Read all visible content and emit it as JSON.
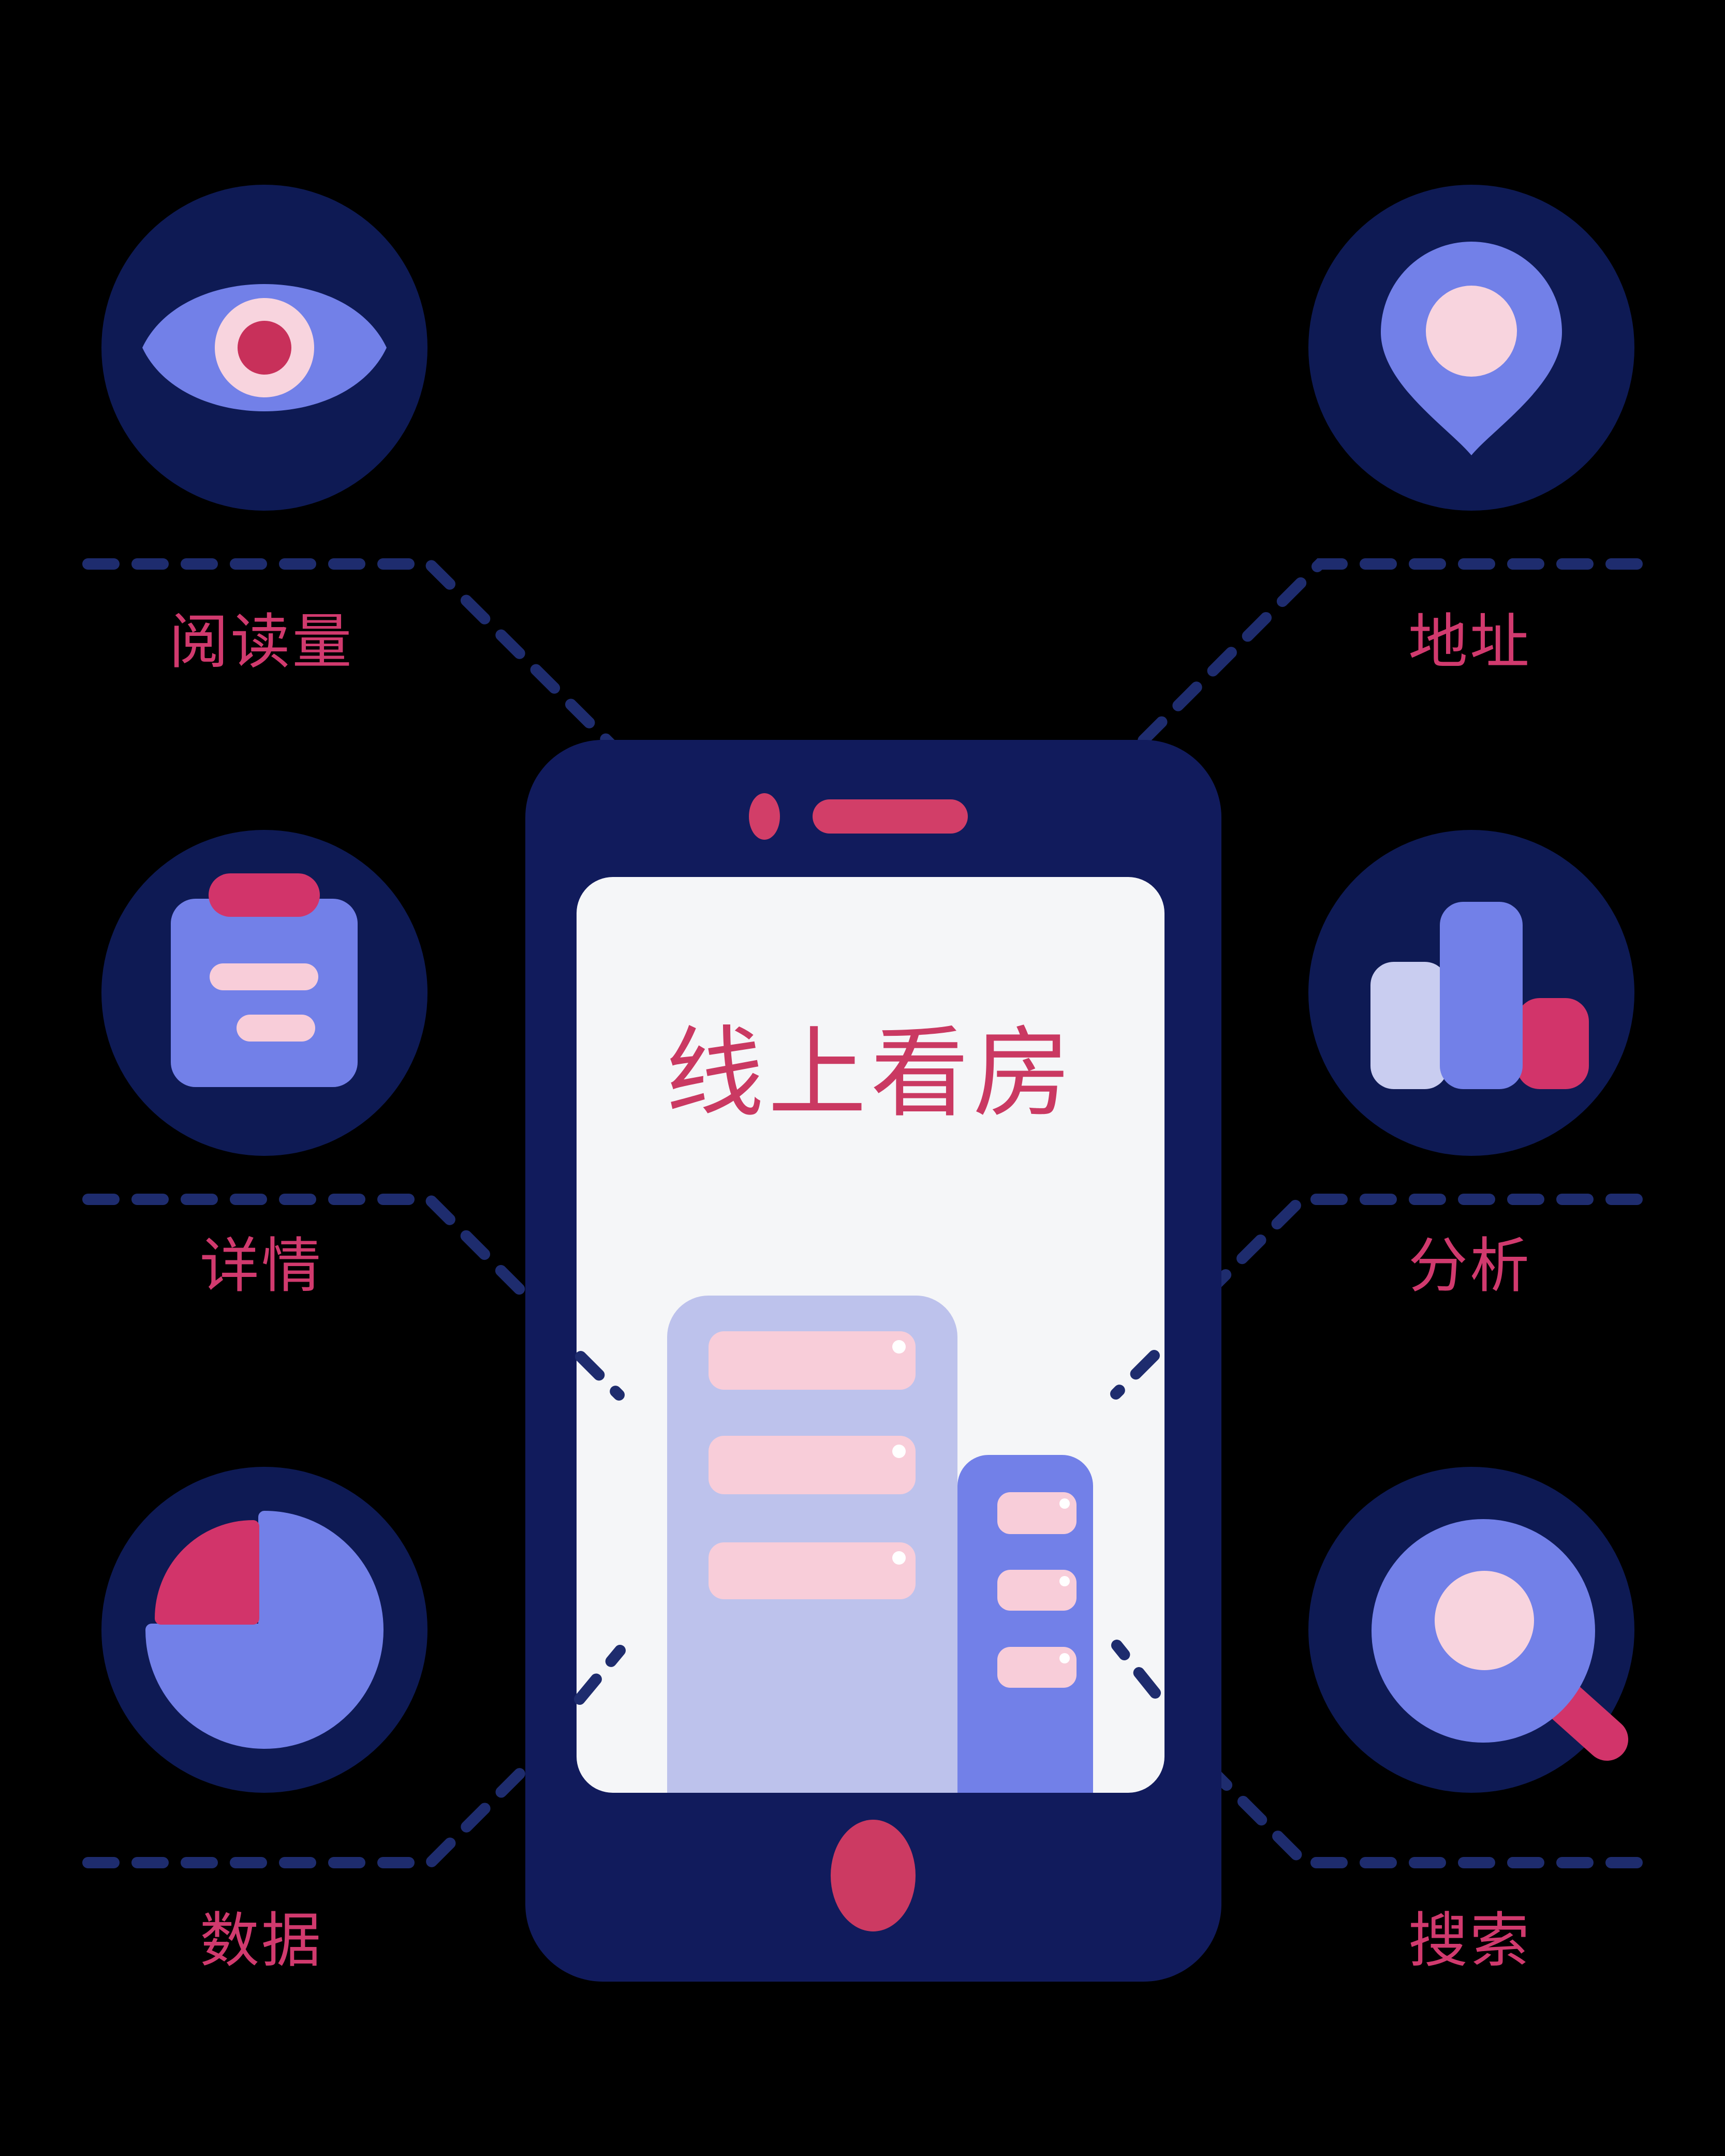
{
  "canvas": {
    "background": "#000000"
  },
  "phone": {
    "title": "线上看房",
    "colors": {
      "body": "#111b5c",
      "screen": "#f5f6f8",
      "hardware_accent": "#d23e68"
    }
  },
  "colors": {
    "badge_navy": "#0e1a54",
    "dash_line_navy": "#1e2c6e",
    "periwinkle": "#7280e8",
    "lavender": "#bdc2ec",
    "lavender_light": "#c9cdf0",
    "pink_light": "#f8d4de",
    "pink_row": "#f8cdd9",
    "crimson": "#d2346a",
    "label_text": "#d13a6e"
  },
  "features": [
    {
      "label": "阅读量",
      "icon": "eye-icon",
      "side": "left",
      "row": 1
    },
    {
      "label": "地址",
      "icon": "location-pin-icon",
      "side": "right",
      "row": 1
    },
    {
      "label": "详情",
      "icon": "clipboard-icon",
      "side": "left",
      "row": 2
    },
    {
      "label": "分析",
      "icon": "bar-chart-icon",
      "side": "right",
      "row": 2
    },
    {
      "label": "数据",
      "icon": "pie-chart-icon",
      "side": "left",
      "row": 3
    },
    {
      "label": "搜索",
      "icon": "search-icon",
      "side": "right",
      "row": 3
    }
  ]
}
